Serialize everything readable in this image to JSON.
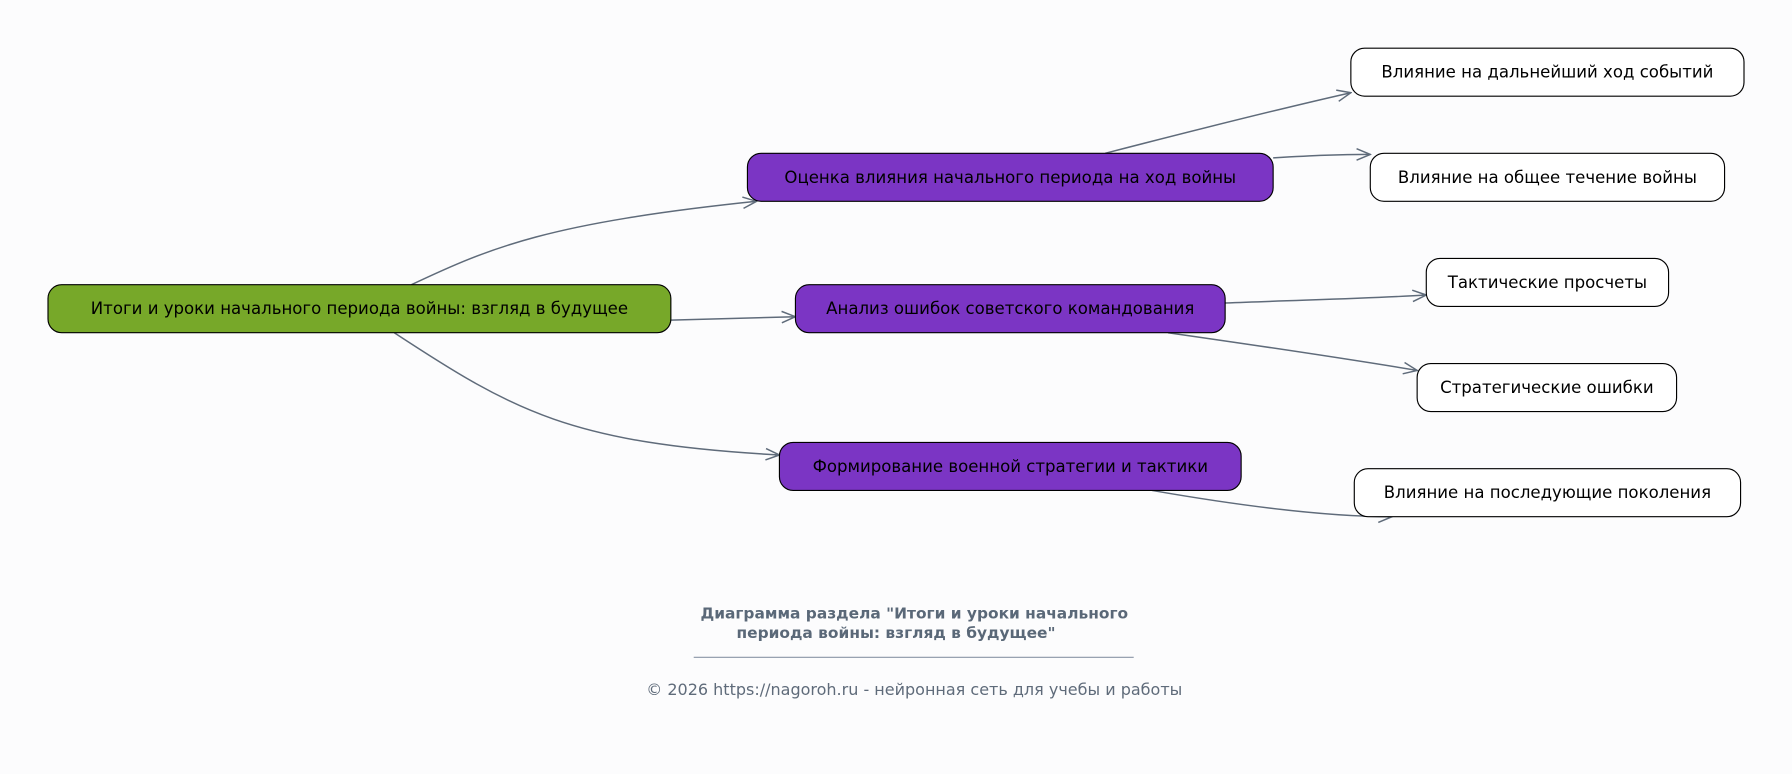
{
  "colors": {
    "root": "#77a829",
    "branch": "#7b35c4",
    "leaf": "#ffffff",
    "edge": "#5f6b7a"
  },
  "root": {
    "label": "Итоги и уроки начального периода войны: взгляд в будущее"
  },
  "branches": [
    {
      "label": "Оценка влияния начального периода на ход войны"
    },
    {
      "label": "Анализ ошибок советского командования"
    },
    {
      "label": "Формирование военной стратегии и тактики"
    }
  ],
  "leaves": [
    {
      "label": "Влияние на дальнейший ход событий"
    },
    {
      "label": "Влияние на общее течение войны"
    },
    {
      "label": "Тактические просчеты"
    },
    {
      "label": "Стратегические ошибки"
    },
    {
      "label": "Влияние на последующие поколения"
    }
  ],
  "footer": {
    "title_line1": "Диаграмма раздела \"Итоги и уроки начального",
    "title_line2": "периода войны: взгляд в будущее\"",
    "copyright": "© 2026 https://nagoroh.ru - нейронная сеть для учебы и работы"
  }
}
